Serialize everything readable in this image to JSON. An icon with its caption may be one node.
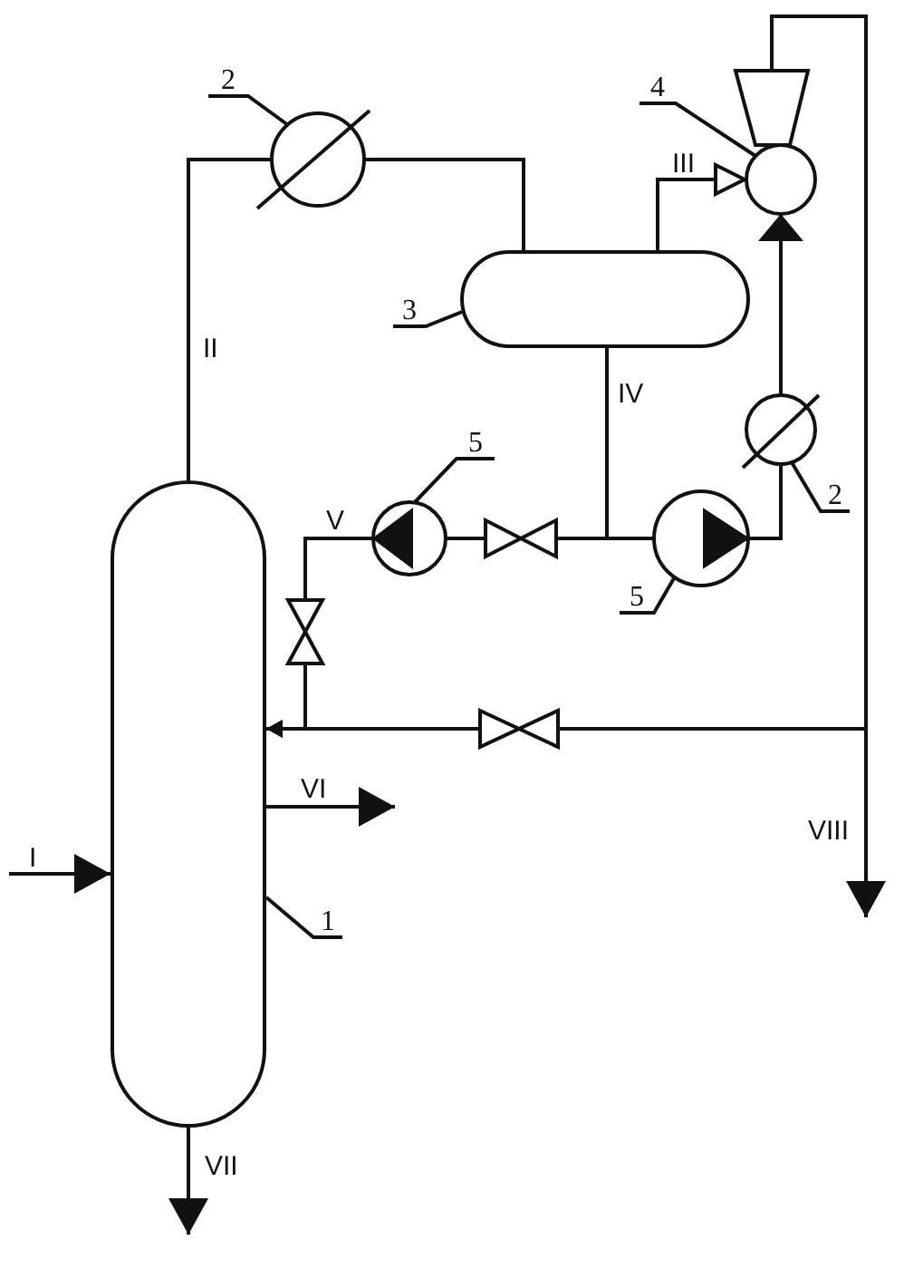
{
  "diagram": {
    "nodes": [
      {
        "text": [
          "2"
        ]
      },
      {
        "text": [],
        "shape": "circle"
      },
      {
        "text": [
          "4"
        ]
      },
      {
        "text": [],
        "shape": "circle"
      },
      {
        "text": [
          "3"
        ]
      },
      {
        "text": [],
        "shape": "cylinder"
      },
      {
        "text": [],
        "shape": "circle"
      },
      {
        "text": [
          "2"
        ]
      },
      {
        "text": [
          "5"
        ]
      },
      {
        "text": [],
        "shape": "circle"
      },
      {
        "text": [],
        "shape": "bowtie"
      },
      {
        "text": [],
        "shape": "circle"
      },
      {
        "text": [
          "5"
        ]
      },
      {
        "text": [],
        "shape": "bowtie"
      },
      {
        "text": [],
        "shape": "bowtie"
      },
      {
        "text": [],
        "shape": "cylinder"
      },
      {
        "text": [
          "1"
        ]
      }
    ],
    "edges": [
      {
        "from": 0,
        "to": 1,
        "arrow": "none"
      },
      {
        "from": 2,
        "to": 3,
        "arrow": "none"
      },
      {
        "from": 4,
        "to": 5,
        "arrow": "none"
      },
      {
        "from": 7,
        "to": 6,
        "arrow": "none"
      },
      {
        "from": 8,
        "to": 9,
        "arrow": "none"
      },
      {
        "from": 12,
        "to": 11,
        "arrow": "none"
      },
      {
        "from": 16,
        "to": 15,
        "arrow": "none"
      },
      {
        "from": null,
        "to": 15,
        "arrow": "to",
        "label": "I"
      },
      {
        "from": 15,
        "to": 1,
        "arrow": "none",
        "label": "II"
      },
      {
        "from": 1,
        "to": 5,
        "arrow": "none"
      },
      {
        "from": 5,
        "to": 3,
        "arrow": "to",
        "label": "III"
      },
      {
        "from": 5,
        "to": 11,
        "arrow": "none",
        "label": "IV"
      },
      {
        "from": 5,
        "to": 10,
        "arrow": "none"
      },
      {
        "from": 10,
        "to": 9,
        "arrow": "none"
      },
      {
        "from": 9,
        "to": 13,
        "arrow": "none",
        "label": "V"
      },
      {
        "from": 13,
        "to": 15,
        "arrow": "to"
      },
      {
        "from": 11,
        "to": 6,
        "arrow": "none"
      },
      {
        "from": 6,
        "to": 3,
        "arrow": "to"
      },
      {
        "from": 3,
        "to": 14,
        "arrow": "none"
      },
      {
        "from": 3,
        "to": null,
        "arrow": "to",
        "label": "VIII"
      },
      {
        "from": 14,
        "to": 15,
        "arrow": "to"
      },
      {
        "from": 15,
        "to": null,
        "arrow": "to",
        "label": "VI"
      },
      {
        "from": 15,
        "to": null,
        "arrow": "to",
        "label": "VII"
      }
    ]
  }
}
